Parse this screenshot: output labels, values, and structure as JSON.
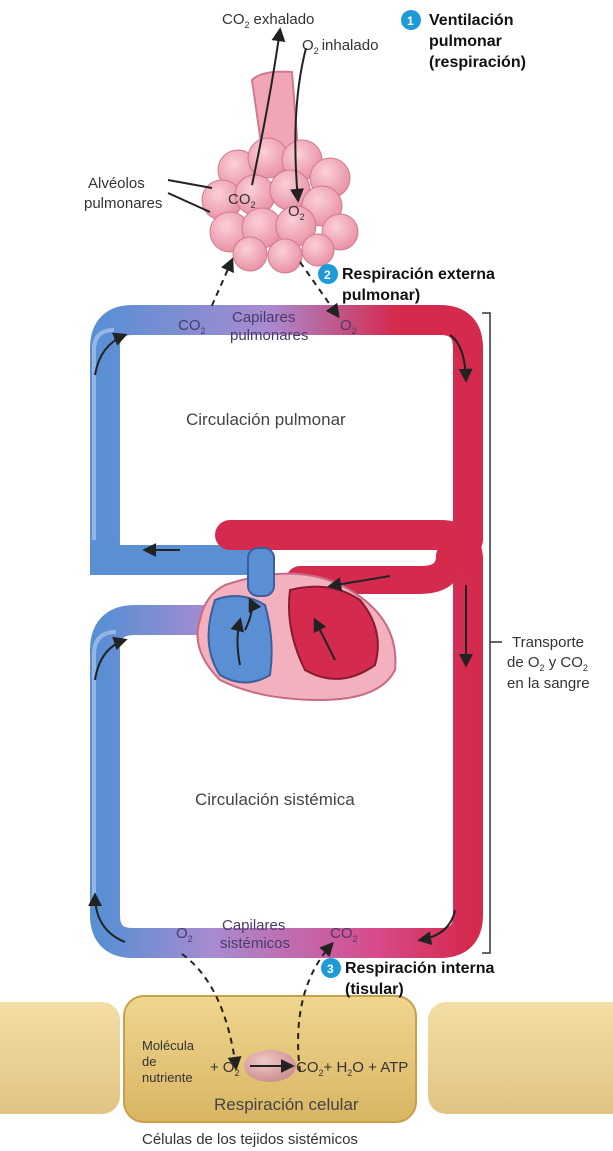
{
  "labels": {
    "co2_exhaled": "exhalado",
    "o2_inhaled": "inhalado",
    "alveoli_line1": "Alvéolos",
    "alveoli_line2": "pulmonares",
    "co2": "CO",
    "o2": "O",
    "sub2": "2",
    "pulmonary_capillaries_line1": "Capilares",
    "pulmonary_capillaries_line2": "pulmonares",
    "pulmonary_circulation": "Circulación pulmonar",
    "systemic_circulation": "Circulación sistémica",
    "systemic_capillaries_line1": "Capilares",
    "systemic_capillaries_line2": "sistémicos",
    "transport_line1": "Transporte",
    "transport_line2_a": "de O",
    "transport_line2_b": " y CO",
    "transport_line3": "en la sangre",
    "nutrient_line1": "Molécula",
    "nutrient_line2": "de",
    "nutrient_line3": "nutriente",
    "plus": "+",
    "h2o": "+ H",
    "h2o_o": "O + ATP",
    "cellular_respiration": "Respiración celular",
    "tissue_cells": "Células de los tejidos sistémicos"
  },
  "steps": [
    {
      "number": "1",
      "line1": "Ventilación",
      "line2": "pulmonar",
      "line3": "(respiración)"
    },
    {
      "number": "2",
      "line1": "Respiración externa",
      "line2": "pulmonar)"
    },
    {
      "number": "3",
      "line1": "Respiración interna",
      "line2": "(tisular)"
    }
  ],
  "colors": {
    "oxygenated": "#d42a4e",
    "deoxygenated": "#5b8fd4",
    "capillary": "#a98bd0",
    "alveoli": "#f0a0b0",
    "cell": "#e8c97a",
    "step_badge": "#1e9ad6"
  }
}
